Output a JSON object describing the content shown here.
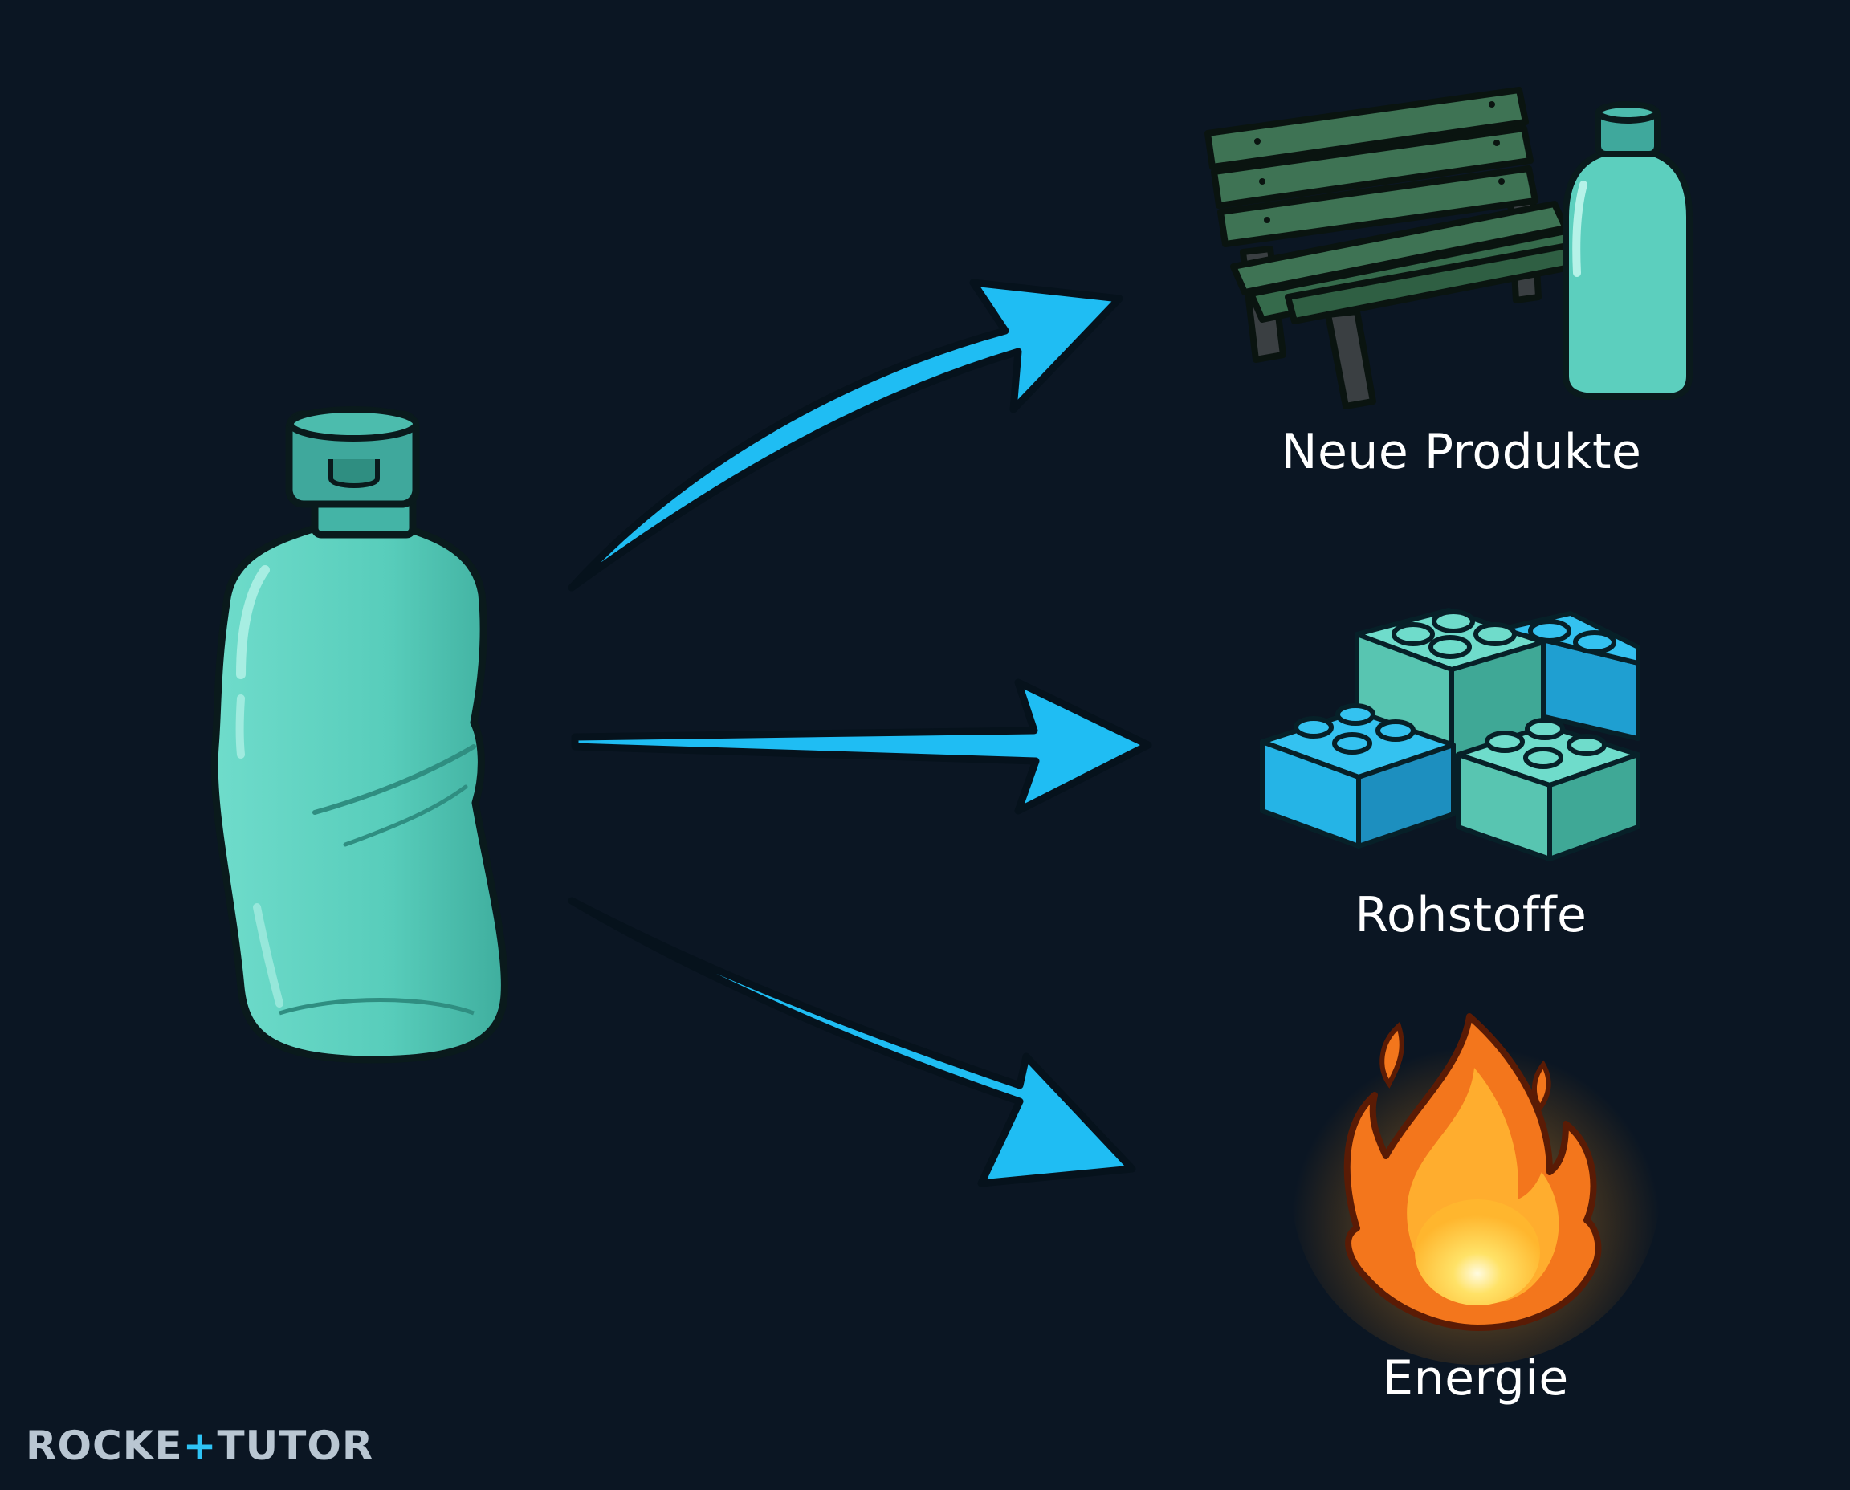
{
  "outputs": {
    "products": "Neue Produkte",
    "raw_materials": "Rohstoffe",
    "energy": "Energie"
  },
  "logo": {
    "part1": "ROCKE",
    "plus": "+",
    "part2": "TUTOR"
  },
  "colors": {
    "background": "#0b1623",
    "arrow": "#1fbdf3",
    "bottle": "#5ccfbe",
    "bottle_cap": "#3fa89c",
    "bench": "#3b6f51",
    "brick_teal": "#58c5b1",
    "brick_blue": "#25b4e6",
    "flame_outer": "#f3761c",
    "flame_inner": "#ffd23a"
  }
}
